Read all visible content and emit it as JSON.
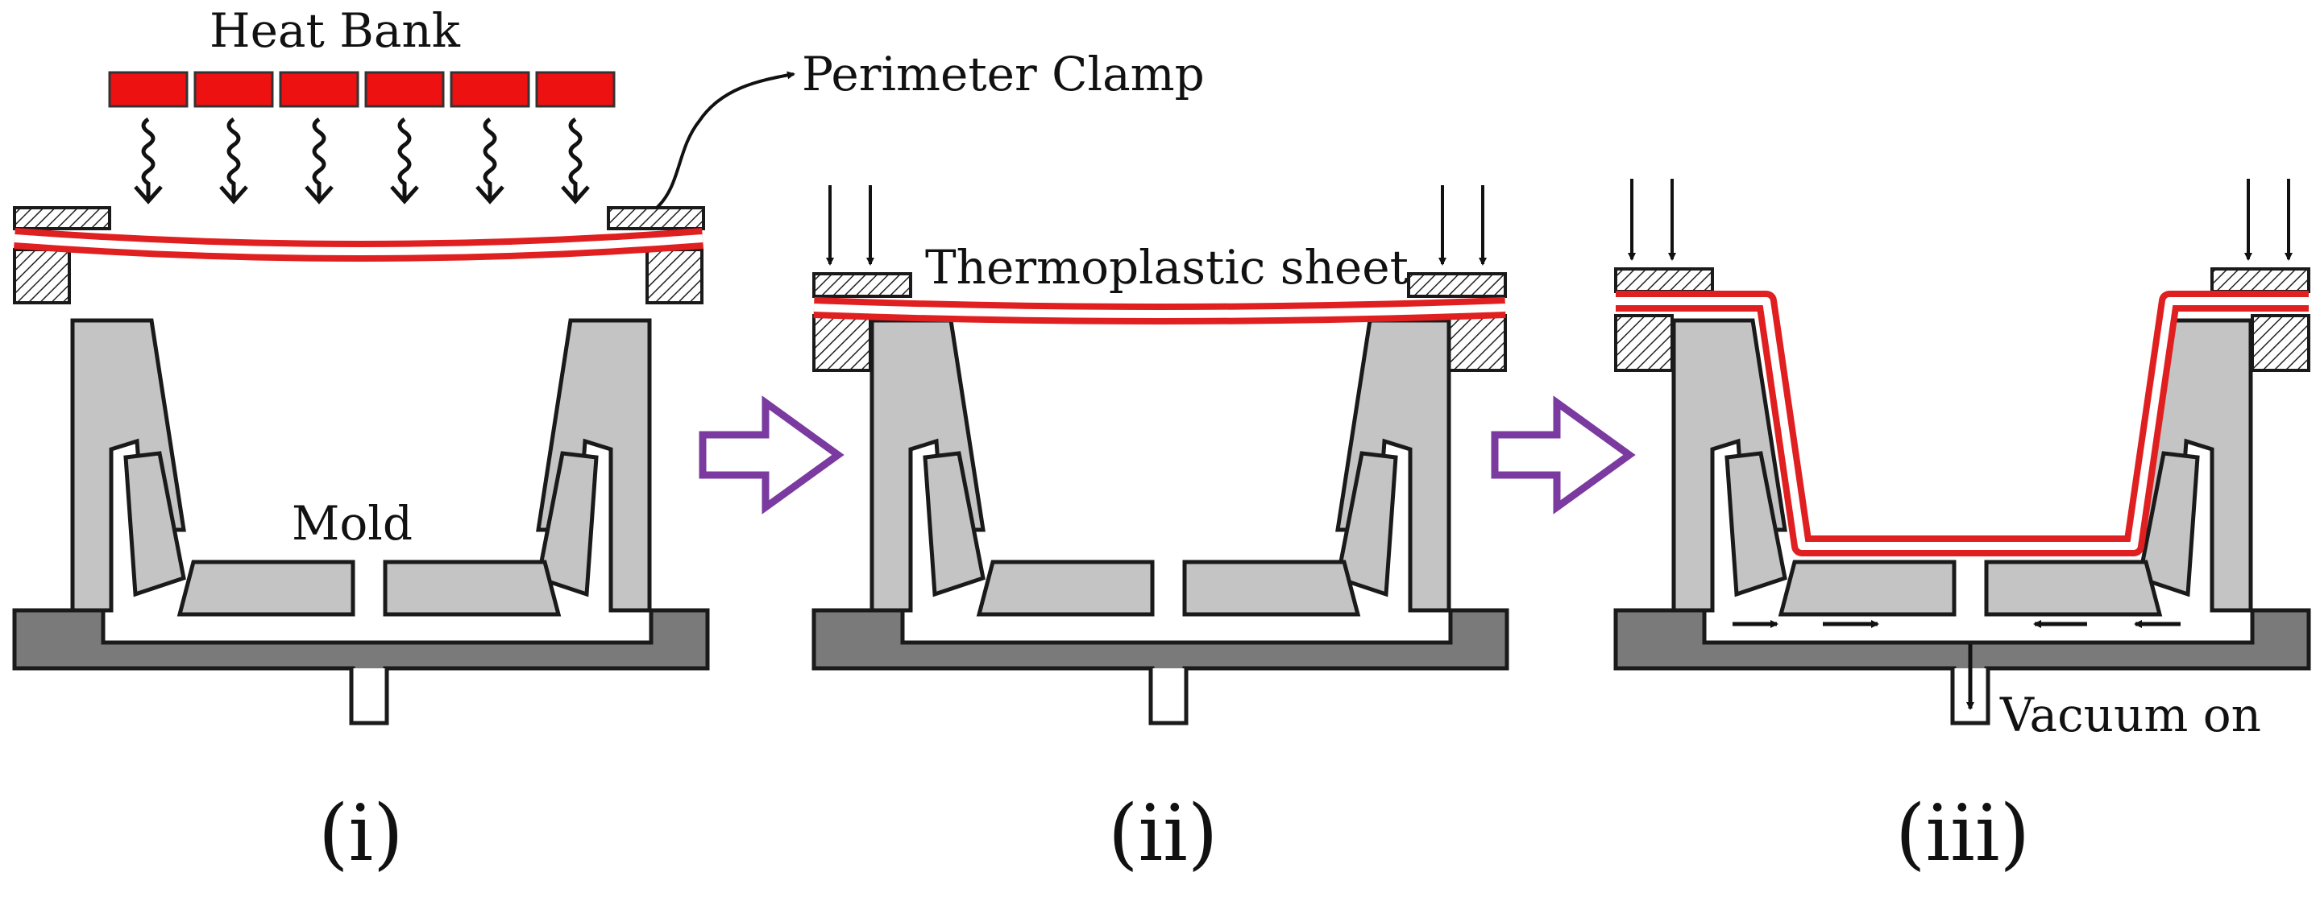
{
  "labels": {
    "heat_bank": "Heat Bank",
    "perimeter_clamp": "Perimeter Clamp",
    "mold": "Mold",
    "thermoplastic_sheet": "Thermoplastic sheet",
    "vacuum_on": "Vacuum on"
  },
  "steps": [
    "(i)",
    "(ii)",
    "(iii)"
  ],
  "colors": {
    "heater": "#ee1111",
    "sheet": "#e02020",
    "mold_fill": "#c4c4c4",
    "base_fill": "#7a7a7a",
    "process_arrow": "#7a3aa0",
    "outline": "#1a1a1a"
  }
}
